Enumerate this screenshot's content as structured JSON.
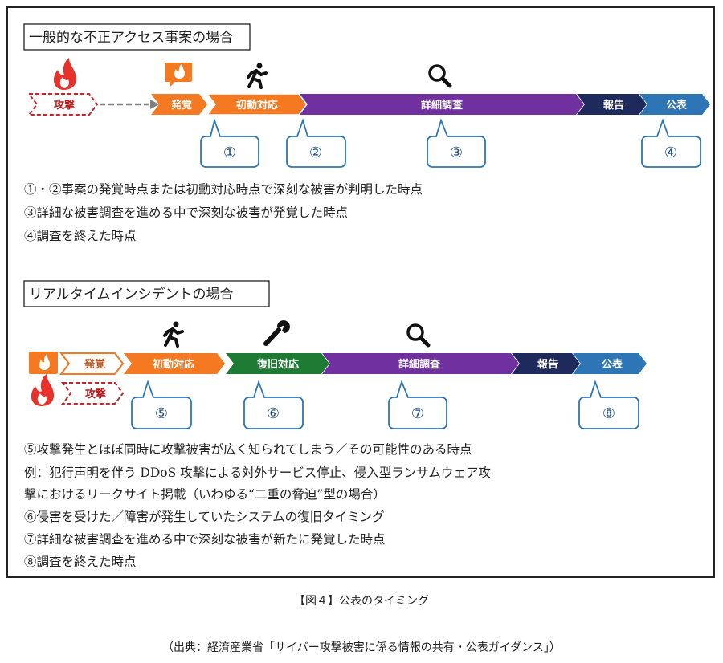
{
  "section1": {
    "title": "一般的な不正アクセス事案の場合",
    "attack": "攻撃",
    "stages": [
      "発覚",
      "初動対応",
      "詳細調査",
      "報告",
      "公表"
    ],
    "bubbles": [
      "①",
      "②",
      "③",
      "④"
    ],
    "notes": [
      "①・②事案の発覚時点または初動対応時点で深刻な被害が判明した時点",
      "③詳細な被害調査を進める中で深刻な被害が発覚した時点",
      "④調査を終えた時点"
    ]
  },
  "section2": {
    "title": "リアルタイムインシデントの場合",
    "attack": "攻撃",
    "stages": [
      "発覚",
      "初動対応",
      "復旧対応",
      "詳細調査",
      "報告",
      "公表"
    ],
    "bubbles": [
      "⑤",
      "⑥",
      "⑦",
      "⑧"
    ],
    "notes": [
      "⑤攻撃発生とほぼ同時に攻撃被害が広く知られてしまう／その可能性のある時点",
      "例：犯行声明を伴う DDoS 攻撃による対外サービス停止、侵入型ランサムウェア攻",
      "撃におけるリークサイト掲載（いわゆる“二重の脅迫”型の場合）",
      "⑥侵害を受けた／障害が発生していたシステムの復旧タイミング",
      "⑦詳細な被害調査を進める中で深刻な被害が新たに発覚した時点",
      "⑧調査を終えた時点"
    ]
  },
  "caption": "【図４】公表のタイミング",
  "source": "（出典：経済産業省「サイバー攻撃被害に係る情報の共有・公表ガイダンス」）",
  "colors": {
    "orange": "#f47920",
    "purple": "#7030a0",
    "navy": "#1f2a5c",
    "blue": "#2e75b6",
    "green": "#1e7b34",
    "red": "#c0282d",
    "bubble_border": "#2e75b6"
  },
  "icons": [
    "flame-icon",
    "alert-flame-icon",
    "runner-icon",
    "magnifier-icon",
    "wrench-icon"
  ]
}
